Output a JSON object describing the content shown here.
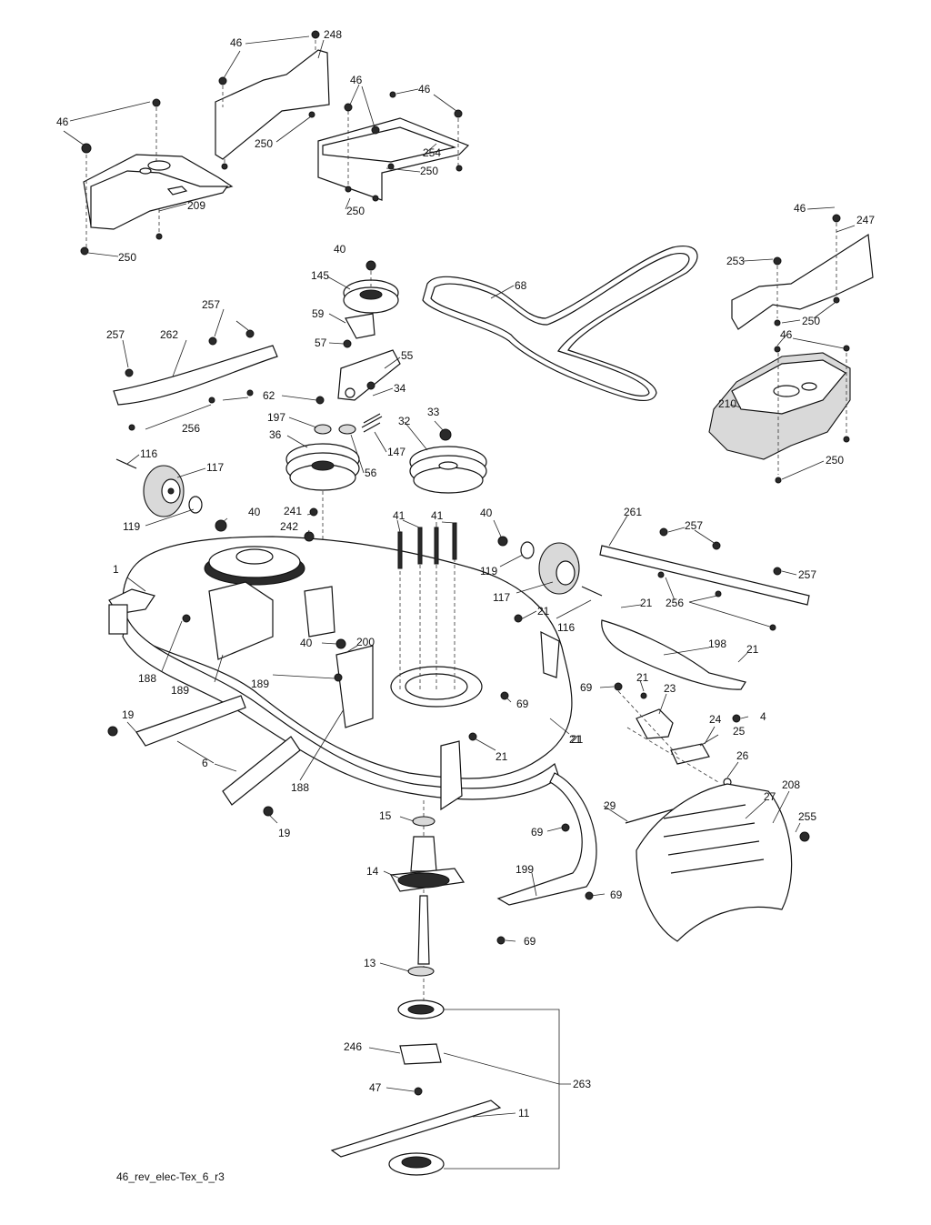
{
  "footer_code": "46_rev_elec-Tex_6_r3",
  "callouts": [
    "46",
    "248",
    "46",
    "46",
    "46",
    "250",
    "254",
    "250",
    "250",
    "209",
    "250",
    "40",
    "145",
    "68",
    "59",
    "57",
    "55",
    "62",
    "34",
    "197",
    "33",
    "36",
    "32",
    "147",
    "56",
    "257",
    "257",
    "262",
    "256",
    "116",
    "117",
    "119",
    "40",
    "241",
    "242",
    "41",
    "41",
    "40",
    "119",
    "117",
    "116",
    "1",
    "188",
    "189",
    "189",
    "188",
    "19",
    "6",
    "19",
    "200",
    "40",
    "21",
    "21",
    "69",
    "21",
    "21",
    "15",
    "14",
    "13",
    "246",
    "47",
    "11",
    "263",
    "261",
    "257",
    "257",
    "256",
    "21",
    "198",
    "21",
    "69",
    "21",
    "23",
    "4",
    "24",
    "25",
    "26",
    "29",
    "69",
    "199",
    "69",
    "69",
    "208",
    "27",
    "255",
    "247",
    "46",
    "253",
    "250",
    "46",
    "210",
    "250"
  ]
}
